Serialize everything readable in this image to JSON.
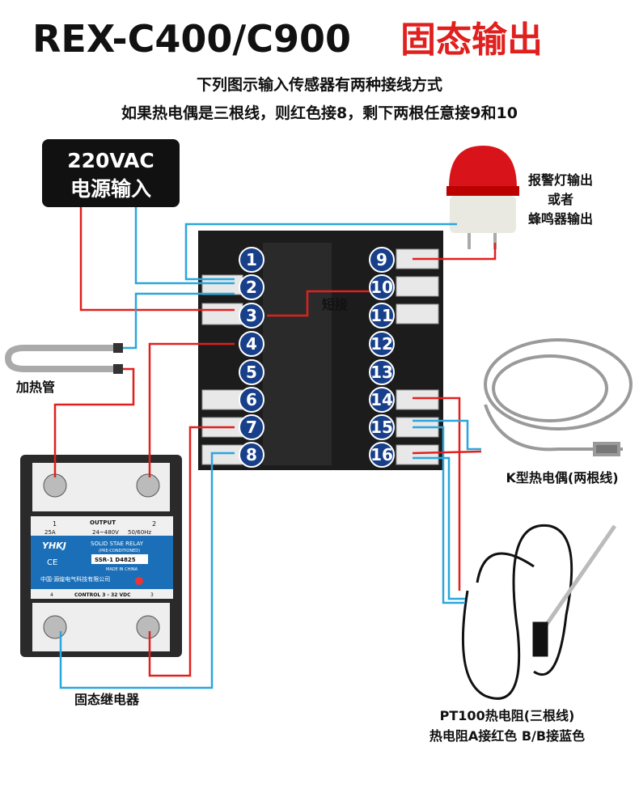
{
  "title": {
    "model": "REX-C400/C900",
    "highlight": "固态输出"
  },
  "subtitle": [
    "下列图示输入传感器有两种接线方式",
    "如果热电偶是三根线，则红色接8，剩下两根任意接9和10"
  ],
  "power": {
    "line1": "220VAC",
    "line2": "电源输入"
  },
  "alarm": {
    "line1": "报警灯输出",
    "line2": "或者",
    "line3": "蜂鸣器输出"
  },
  "short_label": "短接",
  "heater_label": "加热管",
  "terminals": {
    "left": [
      "1",
      "2",
      "3",
      "4",
      "5",
      "6",
      "7",
      "8"
    ],
    "right": [
      "9",
      "10",
      "11",
      "12",
      "13",
      "14",
      "15",
      "16"
    ]
  },
  "relay": {
    "label": "固态继电器",
    "output": "OUTPUT",
    "pin1": "1",
    "pin2": "2",
    "pin3": "3",
    "pin4": "4",
    "current": "25A",
    "voltage": "24~480V",
    "freq": "50/60Hz",
    "brand": "YHKJ",
    "ce": "CE",
    "type": "SOLID STAE RELAY",
    "sub": "(PRE-CONDITIONED)",
    "model": "SSR-1 D4825",
    "made": "MADE IN CHINA",
    "company": "中国·源煌电气科技有限公司",
    "control": "CONTROL 3 - 32 VDC"
  },
  "thermocouple_label": "K型热电偶(两根线)",
  "pt100": {
    "line1": "PT100热电阻(三根线)",
    "line2": "热电阻A接红色 B/B接蓝色"
  },
  "colors": {
    "red": "#e0201e",
    "blue": "#2aa6dd",
    "terminal": "#173f8a",
    "body": "#1c1c1c"
  }
}
